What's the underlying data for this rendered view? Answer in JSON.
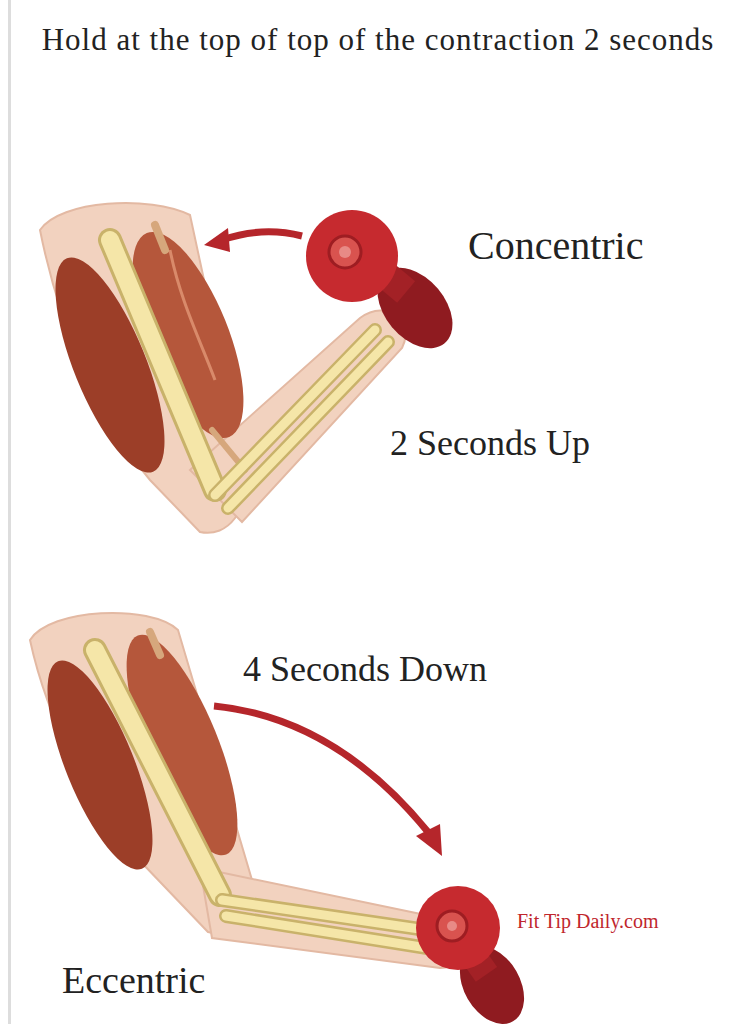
{
  "diagram": {
    "title": "Hold at the top of top of the contraction 2 seconds",
    "labels": [
      "Concentric",
      "2 Seconds Up",
      "4 Seconds Down",
      "Eccentric",
      "Fit Tip Daily.com"
    ]
  }
}
